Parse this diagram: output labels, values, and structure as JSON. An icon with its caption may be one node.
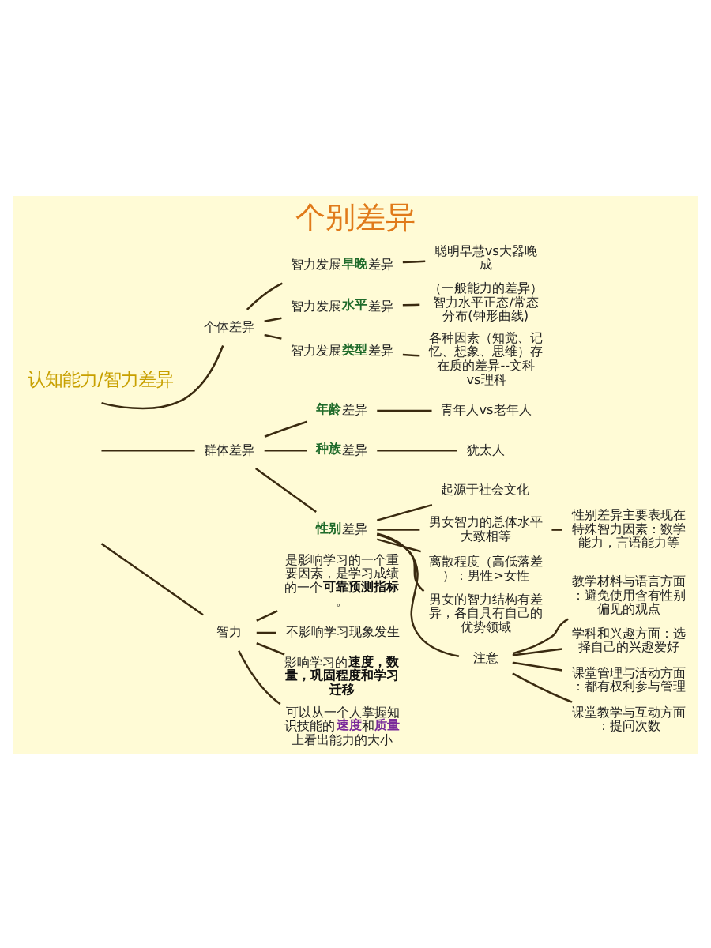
{
  "diagram": {
    "title": "个别差异",
    "nodes": [
      {
        "text": [
          "个体差异"
        ]
      },
      {
        "text": [
          "智力发展**早晚**差异"
        ]
      },
      {
        "text": [
          "聪明早慧vs大器晚成"
        ]
      },
      {
        "text": [
          "智力发展**水平**差异"
        ]
      },
      {
        "text": [
          "（一般能力的差异）智力水平正态/常态分布(钟形曲线)"
        ]
      },
      {
        "text": [
          "智力发展**类型**差异"
        ]
      },
      {
        "text": [
          "各种因素（知觉、记忆、想象、思维）存在质的差异--文科vs理科"
        ]
      },
      {
        "text": [
          "群体差异"
        ]
      },
      {
        "text": [
          "**年龄**差异"
        ]
      },
      {
        "text": [
          "青年人vs老年人"
        ]
      },
      {
        "text": [
          "**种族**差异"
        ]
      },
      {
        "text": [
          "犹太人"
        ]
      },
      {
        "text": [
          "**性别**差异"
        ]
      },
      {
        "text": [
          "起源于社会文化"
        ]
      },
      {
        "text": [
          "男女智力的总体水平大致相等"
        ]
      },
      {
        "text": [
          "性别差异主要表现在特殊智力因素：数学能力，言语能力等"
        ]
      },
      {
        "text": [
          "离散程度（高低落差）：男性>女性"
        ]
      },
      {
        "text": [
          "男女的智力结构有差异，各自具有自己的优势领域"
        ]
      },
      {
        "text": [
          "注意"
        ]
      },
      {
        "text": [
          "教学材料与语言方面：避免使用含有性别偏见的观点"
        ]
      },
      {
        "text": [
          "学科和兴趣方面：选择自己的兴趣爱好"
        ]
      },
      {
        "text": [
          "课堂管理与活动方面：都有权利参与管理"
        ]
      },
      {
        "text": [
          "课堂教学与互动方面：提问次数"
        ]
      },
      {
        "text": [
          "智力"
        ]
      },
      {
        "text": [
          "是影响学习的一个重要因素，是学习成绩的一个**可靠预测指标**。"
        ]
      },
      {
        "text": [
          "不影响学习现象发生"
        ]
      },
      {
        "text": [
          "影响学习的**速度，数量，巩固程度和学习迁移**"
        ]
      },
      {
        "text": [
          "可以从一个人掌握知识技能的**速度**和**质量**上看出能力的大小"
        ]
      }
    ],
    "edges": [
      {
        "from": null,
        "to": 0,
        "arrow": "none"
      },
      {
        "from": null,
        "to": 7,
        "arrow": "none"
      },
      {
        "from": null,
        "to": 23,
        "arrow": "none"
      },
      {
        "from": 0,
        "to": 1,
        "arrow": "none"
      },
      {
        "from": 0,
        "to": 3,
        "arrow": "none"
      },
      {
        "from": 0,
        "to": 5,
        "arrow": "none"
      },
      {
        "from": 1,
        "to": 2,
        "arrow": "none"
      },
      {
        "from": 3,
        "to": 4,
        "arrow": "none"
      },
      {
        "from": 5,
        "to": 6,
        "arrow": "none"
      },
      {
        "from": 7,
        "to": 8,
        "arrow": "none"
      },
      {
        "from": 7,
        "to": 10,
        "arrow": "none"
      },
      {
        "from": 7,
        "to": 12,
        "arrow": "none"
      },
      {
        "from": 8,
        "to": 9,
        "arrow": "none"
      },
      {
        "from": 10,
        "to": 11,
        "arrow": "none"
      },
      {
        "from": 12,
        "to": 13,
        "arrow": "none"
      },
      {
        "from": 12,
        "to": 14,
        "arrow": "none"
      },
      {
        "from": 12,
        "to": 16,
        "arrow": "none"
      },
      {
        "from": 12,
        "to": 17,
        "arrow": "none"
      },
      {
        "from": 12,
        "to": 18,
        "arrow": "none"
      },
      {
        "from": 14,
        "to": 15,
        "arrow": "none"
      },
      {
        "from": 18,
        "to": 19,
        "arrow": "none"
      },
      {
        "from": 18,
        "to": 20,
        "arrow": "none"
      },
      {
        "from": 18,
        "to": 21,
        "arrow": "none"
      },
      {
        "from": 18,
        "to": 22,
        "arrow": "none"
      },
      {
        "from": 23,
        "to": 24,
        "arrow": "none"
      },
      {
        "from": 23,
        "to": 25,
        "arrow": "none"
      },
      {
        "from": 23,
        "to": 26,
        "arrow": "none"
      },
      {
        "from": 23,
        "to": 27,
        "arrow": "none"
      }
    ],
    "labels": [
      "认知能力/智力差异"
    ]
  }
}
